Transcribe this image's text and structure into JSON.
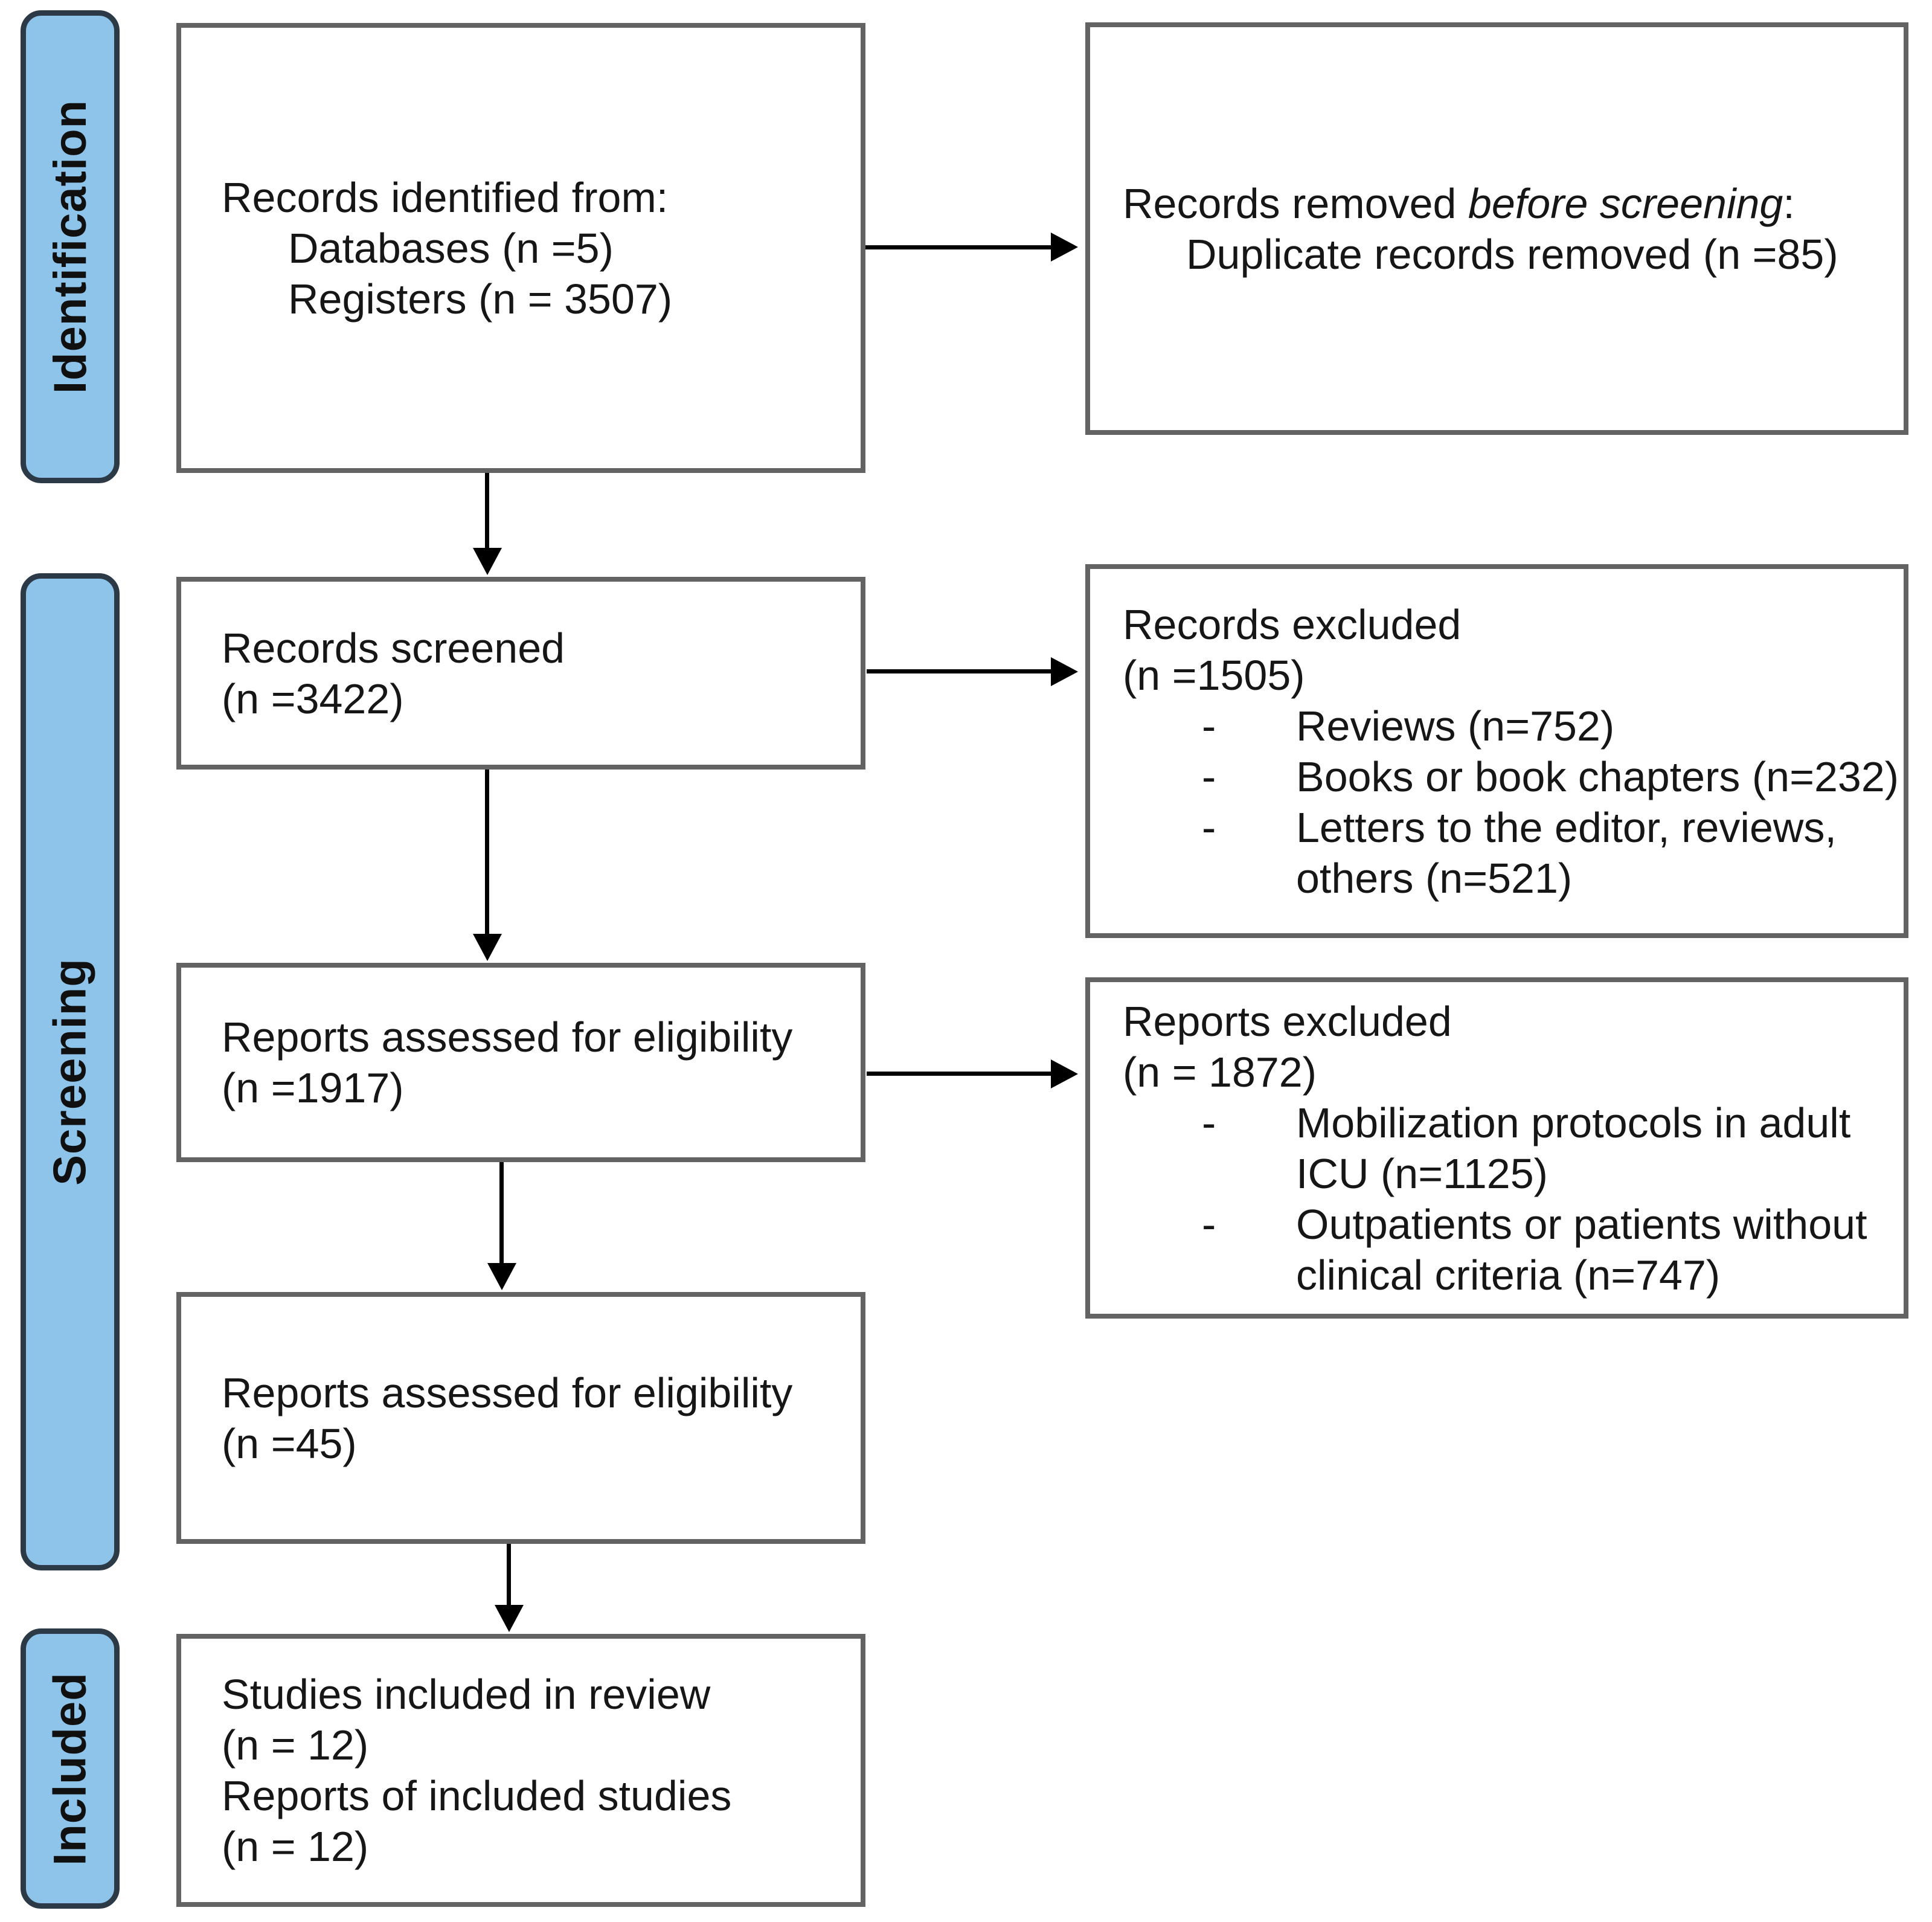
{
  "stages": [
    {
      "label": "Identification"
    },
    {
      "label": "Screening"
    },
    {
      "label": "Included"
    }
  ],
  "boxes": {
    "identified": {
      "title": "Records identified from:",
      "items": [
        "Databases (n =5)",
        "Registers (n = 3507)"
      ]
    },
    "removed": {
      "title_pre": "Records removed ",
      "title_italic": "before screening",
      "title_post": ":",
      "items": [
        "Duplicate records removed (n =85)"
      ]
    },
    "screened": {
      "lines": [
        "Records screened",
        "(n =3422)"
      ]
    },
    "records_excluded": {
      "title": "Records excluded",
      "count": "(n =1505)",
      "bullet_marker": "-",
      "bullets": [
        "Reviews (n=752)",
        "Books or book chapters (n=232)",
        "Letters to the editor, reviews, others (n=521)"
      ]
    },
    "assessed_eligibility_1": {
      "lines": [
        "Reports assessed for eligibility",
        "(n =1917)"
      ]
    },
    "reports_excluded": {
      "title": "Reports excluded",
      "count": "(n = 1872)",
      "bullet_marker": "-",
      "bullets": [
        "Mobilization protocols in adult ICU (n=1125)",
        "Outpatients or patients without clinical criteria (n=747)"
      ]
    },
    "assessed_eligibility_2": {
      "lines": [
        "Reports assessed for eligibility",
        "(n =45)"
      ]
    },
    "included_studies": {
      "lines": [
        "Studies included in review",
        "(n = 12)",
        "Reports of included studies",
        "(n = 12)"
      ]
    }
  },
  "colors": {
    "stage_fill": "#8ec4e9",
    "stage_border": "#2c3947",
    "box_border": "#636363",
    "box_fill": "#ffffff",
    "arrow": "#000000",
    "text": "#161616",
    "background": "#ffffff"
  }
}
